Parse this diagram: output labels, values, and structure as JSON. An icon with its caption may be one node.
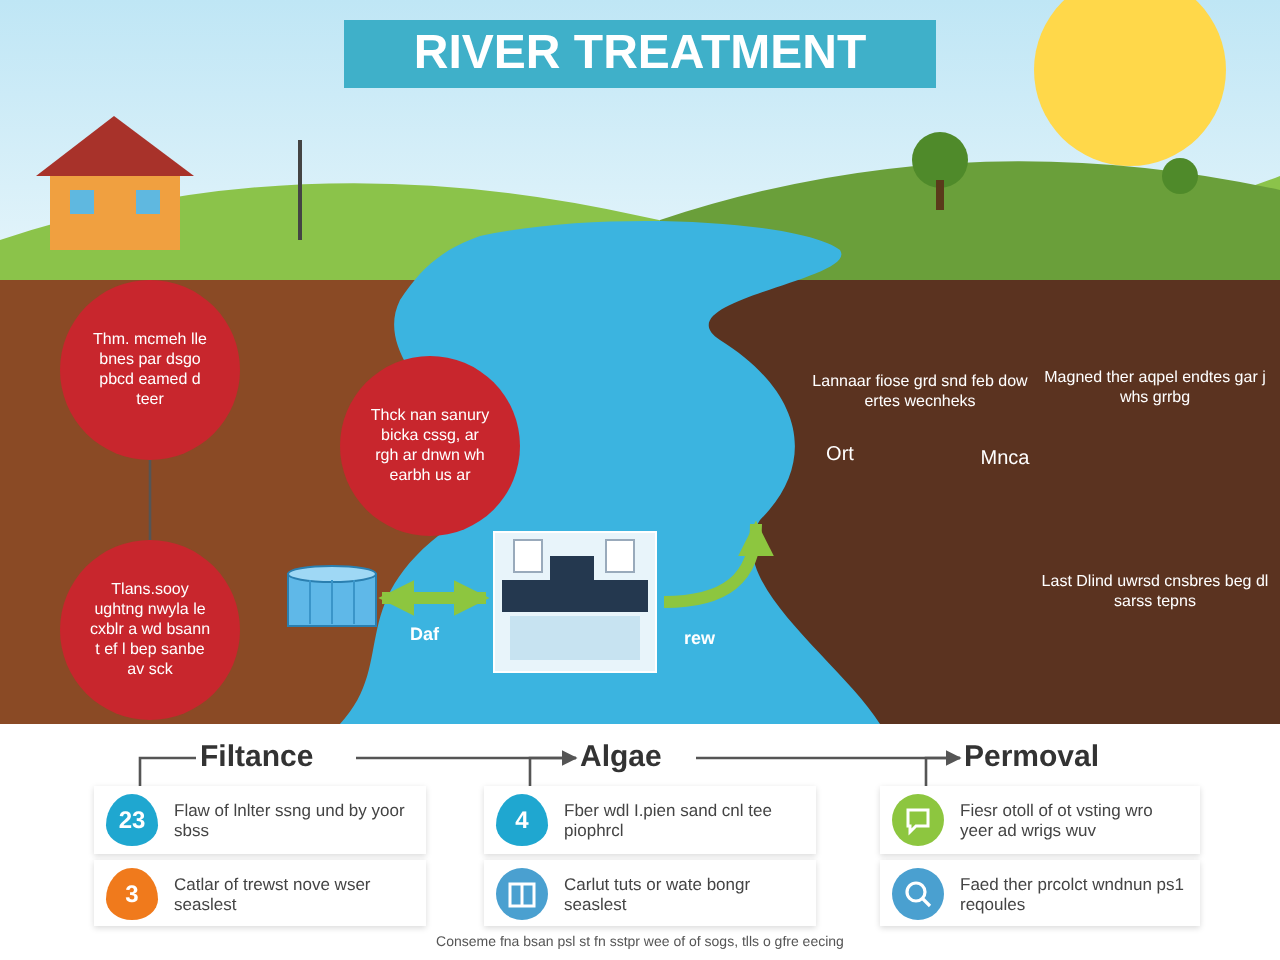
{
  "diagram": {
    "title": "RIVER TREATMENT",
    "nodes": [
      {
        "text": [
          "Thm. mcmeh lle bnes par dsgo pbcd eamed d teer"
        ]
      },
      {
        "text": [
          "Thck nan sanury bicka cssg, ar rgh ar dnwn wh earbh us ar"
        ]
      },
      {
        "text": [
          "Tlans.sooy ughtng nwyla le cxblr a wd bsann t ef l bep sanbe av sck"
        ]
      },
      {
        "text": [],
        "shape": "cylinder"
      },
      {
        "text": [],
        "shape": "picture"
      },
      {
        "text": [
          "Filtance"
        ]
      },
      {
        "text": [
          "Algae"
        ]
      },
      {
        "text": [
          "Permoval"
        ]
      },
      {
        "text": [
          "23",
          "Flaw of lnlter ssng und by yoor sbss"
        ]
      },
      {
        "text": [
          "3",
          "Catlar of trewst nove wser seaslest"
        ]
      },
      {
        "text": [
          "4",
          "Fber wdl I.pien sand cnl tee piophrcl"
        ]
      },
      {
        "text": [
          "Carlut tuts or wate bongr seaslest"
        ]
      },
      {
        "text": [
          "Fiesr otoll of ot vsting wro yeer ad wrigs wuv"
        ]
      },
      {
        "text": [
          "Faed ther prcolct wndnun ps1 reqoules"
        ]
      }
    ],
    "edges": [
      {
        "from": 0,
        "to": 2,
        "arrow": "none"
      },
      {
        "from": 3,
        "to": 4,
        "arrow": "both",
        "label": "Daf",
        "style": "thick",
        "color": "#8dc63f"
      },
      {
        "from": 4,
        "to": null,
        "arrow": "to",
        "label": "rew",
        "style": "thick",
        "color": "#8dc63f"
      },
      {
        "from": 5,
        "to": 6,
        "arrow": "to"
      },
      {
        "from": 6,
        "to": 7,
        "arrow": "to"
      },
      {
        "from": 5,
        "to": 8,
        "arrow": "none"
      },
      {
        "from": 6,
        "to": 10,
        "arrow": "none"
      },
      {
        "from": 7,
        "to": 12,
        "arrow": "none"
      }
    ],
    "labels": [
      "Lannaar fiose grd snd feb dow ertes wecnheks",
      "Magned ther aqpel endtes gar j whs grrbg",
      "Ort",
      "Mnca",
      "Last Dlind uwrsd cnsbres beg dl sarss tepns",
      "Conseme fna bsan psl st fn sstpr wee of of sogs, tlls o gfre eecing"
    ]
  }
}
